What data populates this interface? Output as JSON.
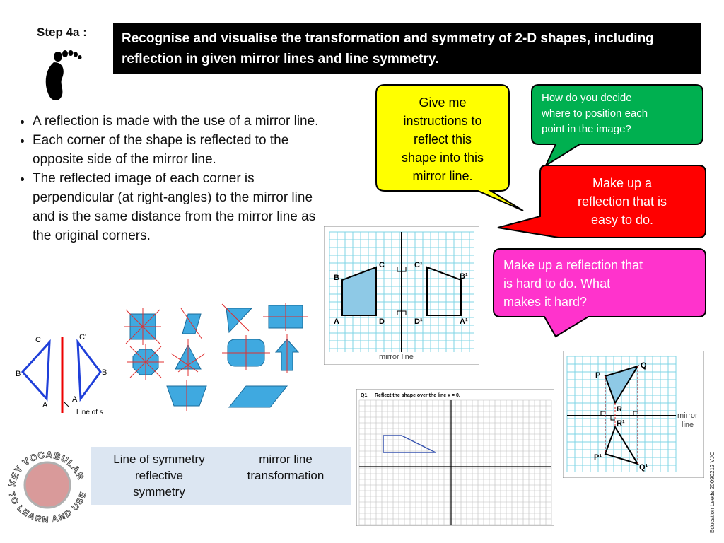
{
  "header": {
    "step": "Step 4a :",
    "objective": "Recognise and visualise the transformation and symmetry of 2-D shapes, including reflection in given mirror lines and line symmetry."
  },
  "bullets": [
    "A reflection is made with the use of a mirror line.",
    "Each corner of the shape is reflected to the opposite side of the mirror line.",
    "The reflected image of each corner is perpendicular (at right-angles) to the mirror line and is the same distance from the mirror line as the original corners."
  ],
  "bubbles": {
    "yellow": [
      "Give me",
      "instructions to",
      "reflect this",
      "shape into this",
      "mirror line."
    ],
    "green": [
      "How do you decide",
      "where to position each",
      "point in the image?"
    ],
    "red": [
      "Make up a",
      "reflection that is",
      "easy to do."
    ],
    "magenta": [
      "Make up a reflection that",
      "is hard to do. What",
      "makes it hard?"
    ]
  },
  "triangle_diagram": {
    "labels": {
      "C": "C",
      "C1": "C'",
      "B": "B",
      "B1": "B",
      "A": "A",
      "A1": "A'"
    },
    "caption": "Line of s"
  },
  "grid_diagram_1": {
    "labels": {
      "B": "B",
      "C": "C",
      "C1": "C¹",
      "B1": "B¹",
      "A": "A",
      "D": "D",
      "D1": "D¹",
      "A1": "A¹"
    },
    "caption": "mirror line"
  },
  "grid_diagram_2": {
    "question_num": "Q1",
    "question": "Reflect the shape over the line x = 0."
  },
  "grid_diagram_3": {
    "labels": {
      "P": "P",
      "Q": "Q",
      "R": "R",
      "R1": "R¹",
      "P1": "P¹",
      "Q1": "Q¹"
    },
    "caption_line1": "mirror",
    "caption_line2": "line"
  },
  "vocab": {
    "badge_top": "KEY VOCABULARY",
    "badge_bottom": "TO LEARN AND USE",
    "col1": [
      "Line of symmetry",
      "reflective",
      "symmetry"
    ],
    "col2": [
      "mirror line",
      "transformation"
    ]
  },
  "credit": "Education Leeds 20090212 VJC",
  "colors": {
    "yellow": "#ffff00",
    "green": "#00b050",
    "red": "#ff0000",
    "magenta": "#ff33cc",
    "shape_blue": "#3fa9e0",
    "grid": "#7fd4e6"
  }
}
